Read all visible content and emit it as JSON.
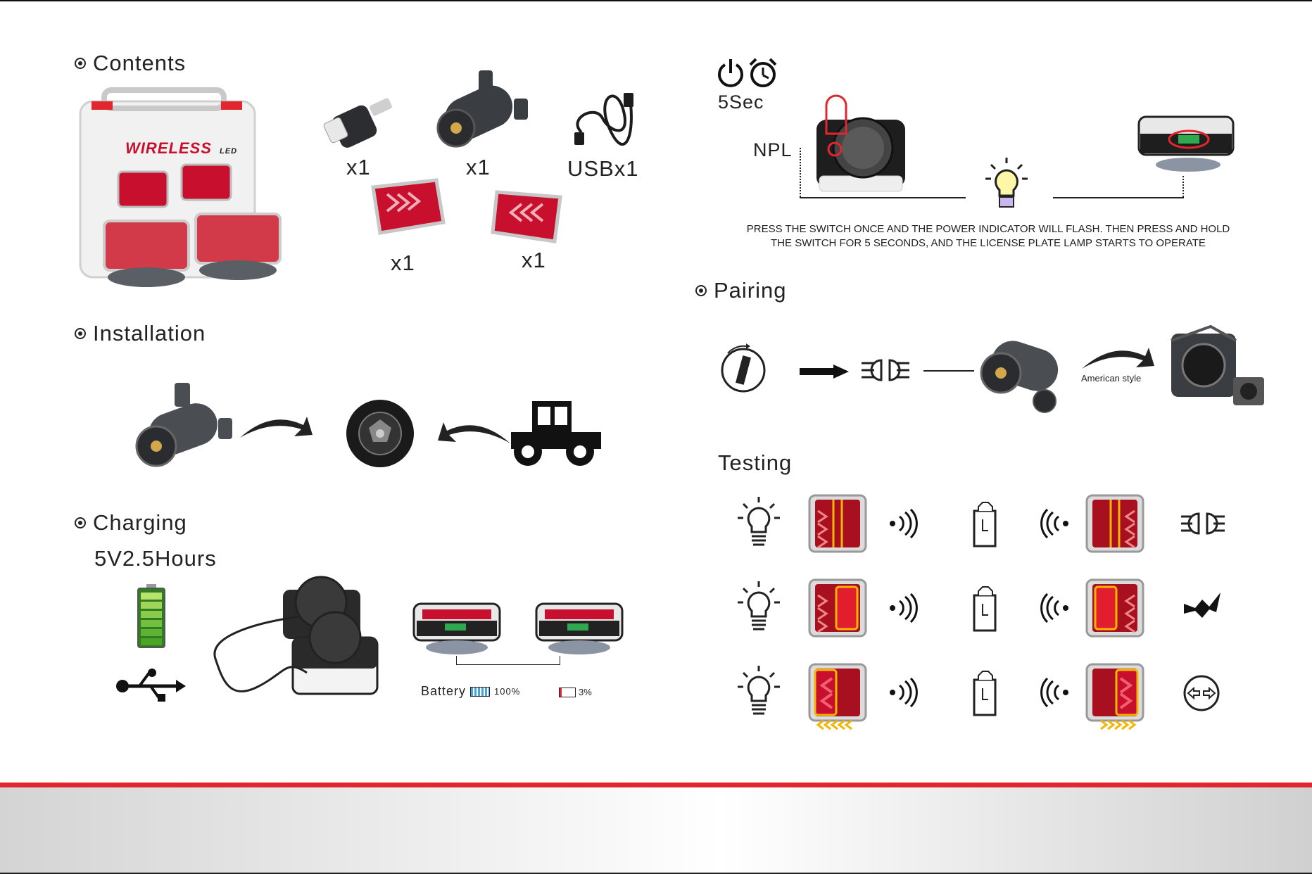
{
  "sections": {
    "contents": "Contents",
    "installation": "Installation",
    "charging": "Charging",
    "pairing": "Pairing",
    "testing": "Testing"
  },
  "contents": {
    "case_brand": "WIRELESS",
    "case_brand_suffix": "LED",
    "qty_plug": "x1",
    "qty_adapter": "x1",
    "qty_usb": "USBx1",
    "qty_lamp_left": "x1",
    "qty_lamp_right": "x1"
  },
  "charging": {
    "spec": "5V2.5Hours",
    "battery_label": "Battery",
    "battery_full": "100%",
    "battery_low": "3%"
  },
  "npl": {
    "timer": "5Sec",
    "label": "NPL",
    "note_line1": "PRESS THE SWITCH ONCE AND THE POWER INDICATOR WILL FLASH. THEN PRESS AND HOLD",
    "note_line2": "THE SWITCH FOR 5 SECONDS, AND THE LICENSE PLATE LAMP STARTS TO OPERATE"
  },
  "pairing": {
    "style_label": "American style"
  },
  "colors": {
    "lamp_red": "#c8102e",
    "lamp_amber": "#f2b705",
    "battery_green": "#6cc04a",
    "accent_red": "#e1262e",
    "device_dark": "#3a3d42"
  }
}
